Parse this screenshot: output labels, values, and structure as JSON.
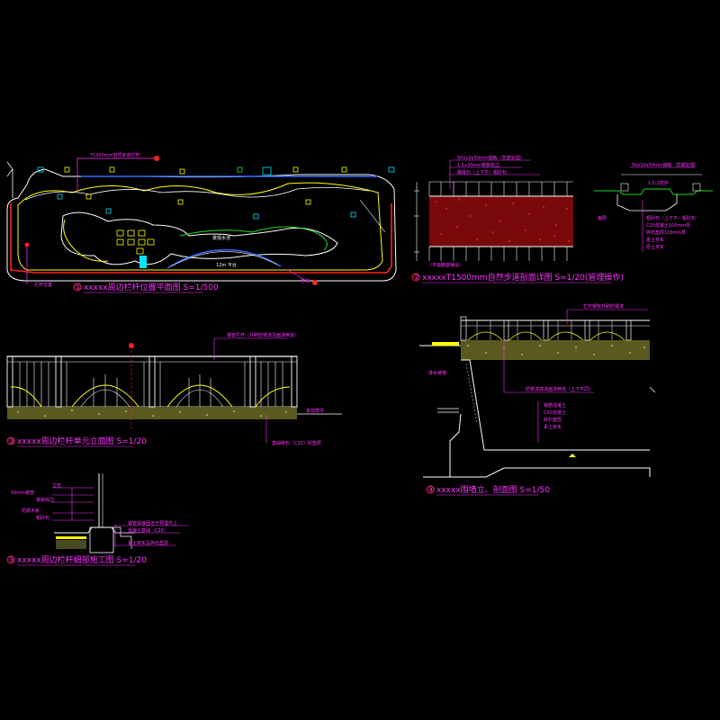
{
  "drawing": {
    "background": "#000000",
    "colors": {
      "outline": "#ffffff",
      "yellow": "#ffff00",
      "red": "#ff2020",
      "magenta": "#ff33ff",
      "cyan": "#00e5ff",
      "green": "#22dd22",
      "blue": "#3b6cff",
      "gravel": "#b01010"
    }
  },
  "views": {
    "site_plan": {
      "title": "xxxxx周边栏杆位置平面图 S=1/500",
      "number": "①",
      "labels": {
        "top_note": "T1500mm自然步道栏杆",
        "water": "景观水池",
        "bridge": "12m 平台",
        "left_note": "栏杆位置",
        "right_note": "栏杆"
      }
    },
    "path_section": {
      "title": "xxxxxT1500mm自然步道剖面详图 S=1/20(管理操作)",
      "number": "②",
      "labels": [
        "50x10x50mm钢板（防腐处理）",
        "1.5x30mm钢板收边",
        "路缘石（上下不）粗砂石"
      ],
      "bottom_label": "(平面路面铺设)",
      "detail_labels": [
        "50x10x50mm钢板（防腐处理）",
        "1.5:2防护",
        "面层",
        "粗砂石（上下不）粗砂石",
        "C20混凝土100mm厚",
        "碎石垫层100mm厚",
        "素土夯实",
        "原土夯实"
      ]
    },
    "railing_elevation": {
      "title": "xxxxx周边栏杆单元立面图 S=1/20",
      "number": "③",
      "labels": {
        "top": "钢管栏杆（外刷防锈漆及面漆两道）",
        "right": "景观草坪",
        "bottom": "基础砖石（C15）砼垫层"
      }
    },
    "wall_section": {
      "title": "xxxxx围墙立、剖面图 S=1/50",
      "number": "④",
      "labels": {
        "top": "栏杆钢管外刷防锈漆",
        "left": "排水坡度",
        "mid": "防锈漆底漆面漆两道（上下不同）",
        "stack": [
          "钢筋混凝土",
          "C20混凝土",
          "碎石垫层",
          "素土夯实"
        ]
      }
    },
    "construction_detail": {
      "title": "xxxxx周边栏杆细部施工图 S=1/20",
      "number": "⑤",
      "labels_left": [
        "立柱",
        "50mm钢管",
        "钢板收边",
        "防腐木板",
        "粗砂石"
      ],
      "labels_right": [
        "钢管焊接固定于预埋件上",
        "混凝土基础（C20）",
        "素土夯实及碎石垫层"
      ]
    }
  }
}
